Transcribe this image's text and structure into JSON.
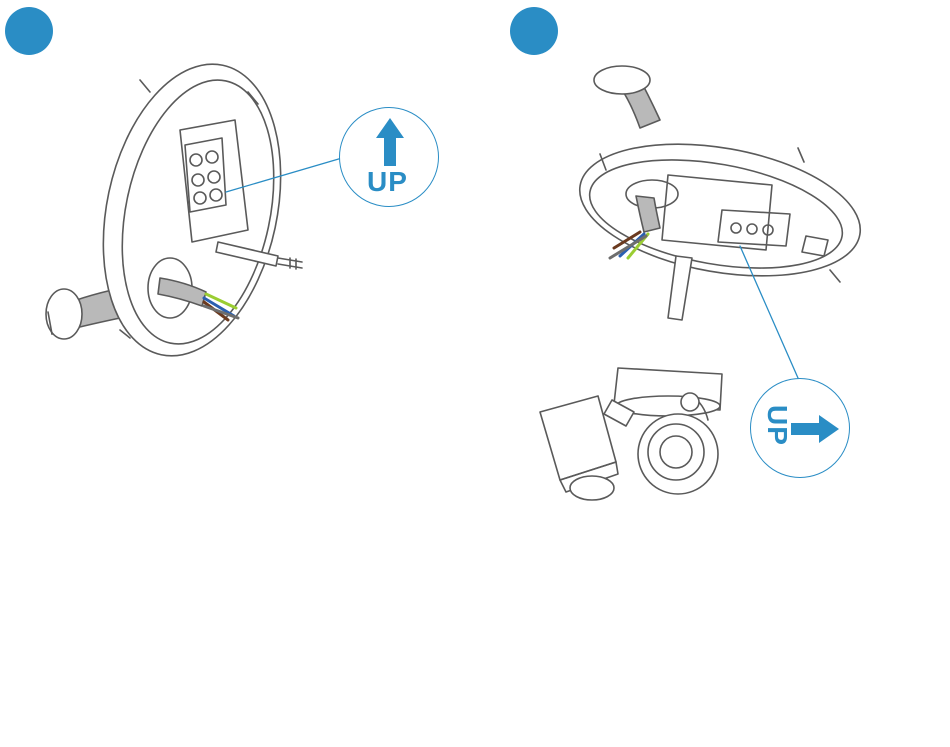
{
  "colors": {
    "accent": "#2a8dc5",
    "line": "#5a5a5a",
    "cable": "#b9b9b9",
    "wire_green_yellow": "#9acd32",
    "wire_blue": "#2a5fb0",
    "wire_brown": "#6b3a1f",
    "wire_gray": "#6d6d6d"
  },
  "steps": [
    {
      "callout": {
        "label": "UP",
        "arrow_direction": "up"
      }
    },
    {
      "callout": {
        "label": "UP",
        "arrow_direction": "right"
      }
    }
  ]
}
